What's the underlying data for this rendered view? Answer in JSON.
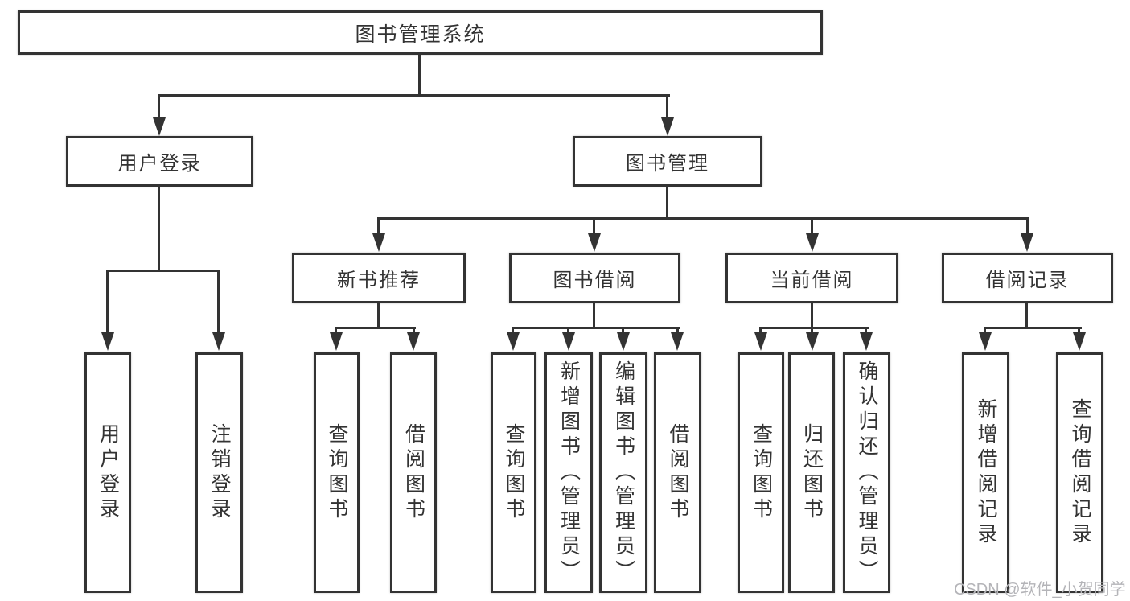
{
  "diagram": {
    "root_label": "图书管理系统",
    "level2_labels": [
      "用户登录",
      "图书管理"
    ],
    "level3_labels": [
      "新书推荐",
      "图书借阅",
      "当前借阅",
      "借阅记录"
    ],
    "leaf_labels": [
      "用户登录",
      "注销登录",
      "查询图书",
      "借阅图书",
      "查询图书",
      "新增图书（管理员）",
      "编辑图书（管理员）",
      "借阅图书",
      "查询图书",
      "归还图书",
      "确认归还（管理员）",
      "新增借阅记录",
      "查询借阅记录"
    ]
  },
  "watermark": {
    "text": "CSDN @软件_小贺同学"
  },
  "colors": {
    "line": "#333333",
    "text": "#333333",
    "box_background": "#ffffff",
    "watermark": "#b4b4b8",
    "background": "#ffffff"
  }
}
